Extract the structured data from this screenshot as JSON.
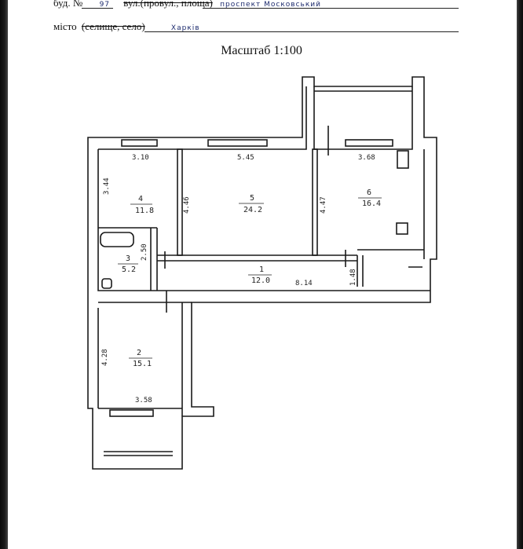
{
  "header": {
    "building_label": "буд. №",
    "building_number": "97",
    "street_type": "вул.(провул., площа)",
    "street_name": "проспект Московський",
    "city_label": "місто",
    "settlement_type": "(селище, село)",
    "city_name": "Харків"
  },
  "scale_label": "Масштаб 1:100",
  "rooms": [
    {
      "number": "4",
      "area": "11.8",
      "dim_top": "3.10",
      "dim_side": "3.44"
    },
    {
      "number": "5",
      "area": "24.2",
      "dim_top": "5.45",
      "dim_side": "4.46"
    },
    {
      "number": "6",
      "area": "16.4",
      "dim_top": "3.68",
      "dim_side": "4.47"
    },
    {
      "number": "3",
      "area": "5.2",
      "dim_side": "2.50"
    },
    {
      "number": "1",
      "area": "12.0",
      "dim_length": "8.14",
      "dim_side": "1.48"
    },
    {
      "number": "2",
      "area": "15.1",
      "dim_bottom": "3.58",
      "dim_side": "4.28"
    }
  ]
}
